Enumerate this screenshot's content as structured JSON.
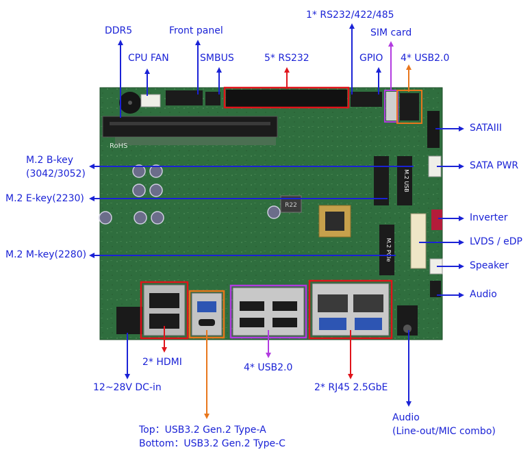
{
  "labels": {
    "ddr5": "DDR5",
    "front_panel": "Front panel",
    "rs232_422_485": "1* RS232/422/485",
    "sim_card": "SIM card",
    "cpu_fan": "CPU FAN",
    "smbus": "SMBUS",
    "rs232_x5": "5* RS232",
    "gpio": "GPIO",
    "usb2_top": "4* USB2.0",
    "sata3": "SATAIII",
    "m2_bkey": "M.2 B-key\n(3042/3052)",
    "sata_pwr": "SATA PWR",
    "m2_ekey": "M.2 E-key(2230)",
    "inverter": "Inverter",
    "lvds_edp": "LVDS / eDP",
    "m2_mkey": "M.2 M-key(2280)",
    "speaker": "Speaker",
    "audio_right": "Audio",
    "hdmi": "2* HDMI",
    "usb2_bottom": "4* USB2.0",
    "rj45": "2* RJ45 2.5GbE",
    "dc_in": "12~28V DC-in",
    "usb32": "Top：USB3.2 Gen.2 Type-A\nBottom：USB3.2 Gen.2 Type-C",
    "audio_combo": "Audio\n(Line-out/MIC combo)"
  },
  "board_silkscreen": {
    "m2_usb": "M.2 USB",
    "m2_pcie": "M.2 PCIe",
    "chip_marking": "R22",
    "rohs": "RoHS"
  },
  "colors": {
    "label": "#1a22d6",
    "arrow_blue": "#1a22d6",
    "arrow_red": "#e0141b",
    "arrow_purple": "#b23be0",
    "arrow_orange": "#e8761c",
    "pcb_green": "#2f6e3e"
  }
}
